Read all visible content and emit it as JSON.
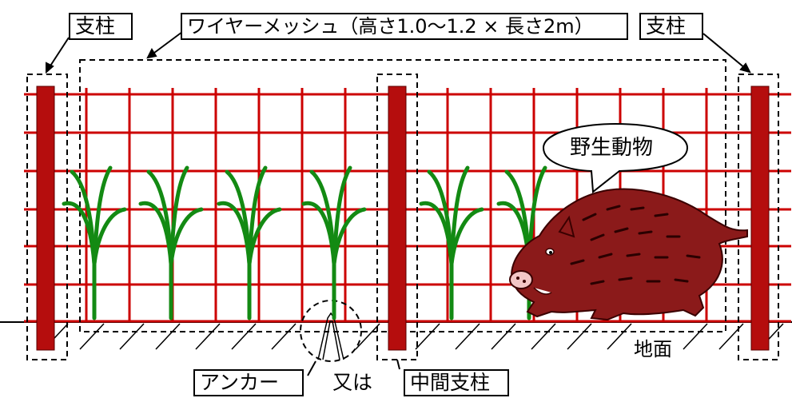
{
  "labels": {
    "post_left": "支柱",
    "post_right": "支柱",
    "wire_mesh": "ワイヤーメッシュ（高さ1.0〜1.2 × 長さ2m）",
    "wild_animal": "野生動物",
    "ground": "地面",
    "anchor": "アンカー",
    "or": "又は",
    "middle_post": "中間支柱"
  },
  "colors": {
    "mesh": "#cc0000",
    "post": "#b50d0d",
    "plant": "#138a13",
    "boar": "#8b1a1a"
  }
}
